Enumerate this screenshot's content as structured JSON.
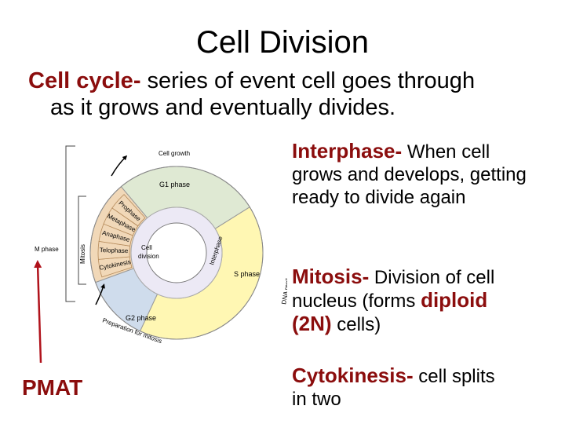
{
  "title": "Cell Division",
  "intro": {
    "term": "Cell cycle-",
    "line1_rest": " series of event cell goes through",
    "line2": "as it grows and eventually divides."
  },
  "interphase": {
    "term": "Interphase-",
    "after_term": " When cell",
    "rest": "grows and develops, getting ready to divide again"
  },
  "mitosis": {
    "term": "Mitosis-",
    "after_term": " Division of cell",
    "line2_start": "nucleus (forms ",
    "highlight1": "diploid",
    "highlight2": "(2N)",
    "end": " cells)"
  },
  "cytokinesis": {
    "term": "Cytokinesis-",
    "after_term": " cell splits",
    "rest": "in two"
  },
  "pmat": "PMAT",
  "diagram": {
    "cell_growth": "Cell growth",
    "g1_phase": "G1 phase",
    "s_phase": "S phase",
    "g2_phase": "G2 phase",
    "m_phase": "M phase",
    "mitosis": "Mitosis",
    "interphase": "Interphase",
    "cell_division": [
      "Cell",
      "division"
    ],
    "dna_replication": "DNA replication",
    "preparation": "Preparation for mitosis",
    "stages": [
      "Cytokinesis",
      "Telophase",
      "Anaphase",
      "Metaphase",
      "Prophase"
    ],
    "colors": {
      "g1": "#dfe9d3",
      "s": "#fff7b3",
      "g2": "#cfdcec",
      "m_stage": "#f1d8b8",
      "outer_ring": "#e1e1e1",
      "inner_ring": "#ece9f5",
      "hub_arrow": "#cbc1e4",
      "center": "#ffffff",
      "arrow": "#b0121b",
      "text_red": "#8b0d0d"
    }
  }
}
